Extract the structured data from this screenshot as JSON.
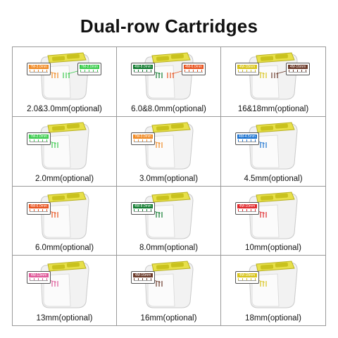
{
  "title": "Dual-row Cartridges",
  "cells": [
    {
      "caption": "2.0&3.0mm(optional)",
      "labels": [
        {
          "text": "7M-3.0mm",
          "color": "#f08a24"
        },
        {
          "text": "7M-2.0mm",
          "color": "#3ccc4e"
        }
      ]
    },
    {
      "caption": "6.0&8.0mm(optional)",
      "labels": [
        {
          "text": "4M-8.0mm",
          "color": "#0f7a2e"
        },
        {
          "text": "4M-6.0mm",
          "color": "#e8521e"
        }
      ]
    },
    {
      "caption": "16&18mm(optional)",
      "labels": [
        {
          "text": "4M-18mm",
          "color": "#d8c41c"
        },
        {
          "text": "4M-16mm",
          "color": "#6b3a2a"
        }
      ]
    },
    {
      "caption": "2.0mm(optional)",
      "labels": [
        {
          "text": "7M-2.0mm",
          "color": "#3ccc4e"
        }
      ]
    },
    {
      "caption": "3.0mm(optional)",
      "labels": [
        {
          "text": "7M-3.0mm",
          "color": "#f08a24"
        }
      ]
    },
    {
      "caption": "4.5mm(optional)",
      "labels": [
        {
          "text": "4M-4.5mm",
          "color": "#1e74d0"
        }
      ]
    },
    {
      "caption": "6.0mm(optional)",
      "labels": [
        {
          "text": "4M-6.0mm",
          "color": "#e8521e"
        }
      ]
    },
    {
      "caption": "8.0mm(optional)",
      "labels": [
        {
          "text": "4M-8.0mm",
          "color": "#0f7a2e"
        }
      ]
    },
    {
      "caption": "10mm(optional)",
      "labels": [
        {
          "text": "4M-10mm",
          "color": "#e0282c"
        }
      ]
    },
    {
      "caption": "13mm(optional)",
      "labels": [
        {
          "text": "4M-13mm",
          "color": "#e05a9a"
        }
      ]
    },
    {
      "caption": "16mm(optional)",
      "labels": [
        {
          "text": "4M-16mm",
          "color": "#6b3a2a"
        }
      ]
    },
    {
      "caption": "18mm(optional)",
      "labels": [
        {
          "text": "4M-18mm",
          "color": "#d8c41c"
        }
      ]
    }
  ]
}
